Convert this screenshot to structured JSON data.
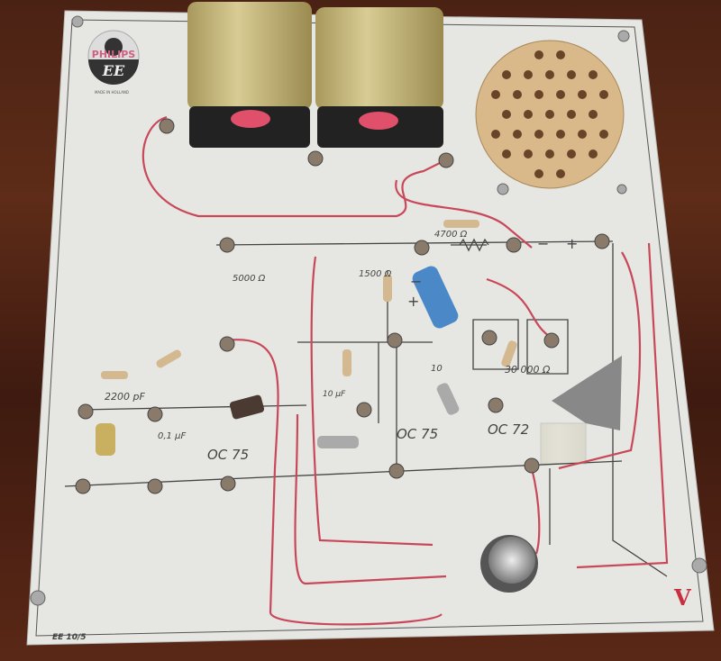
{
  "logo": {
    "brand": "PHILIPS",
    "mark": "EE",
    "origin": "MADE IN HOLLAND"
  },
  "labels": {
    "r_4700": "4700 Ω",
    "r_1500": "1500 Ω",
    "r_5000": "5000 Ω",
    "r_30000": "30 000 Ω",
    "c_10uf_a": "10 µF",
    "c_10uf_b": "10",
    "c_2200pf": "2200 pF",
    "c_01uf": "0,1 µF",
    "t1": "OC 75",
    "t2": "OC 75",
    "t3": "OC 72",
    "battery_minus": "−",
    "battery_plus": "+",
    "cap_minus": "−",
    "cap_plus": "+",
    "model": "EE 10/5",
    "sheet": "V"
  },
  "colors": {
    "wood": "#4a2214",
    "board": "#e8e8e4",
    "wire_red": "#c8485a",
    "transformer": "#c8b878",
    "speaker": "#d9b88a"
  }
}
